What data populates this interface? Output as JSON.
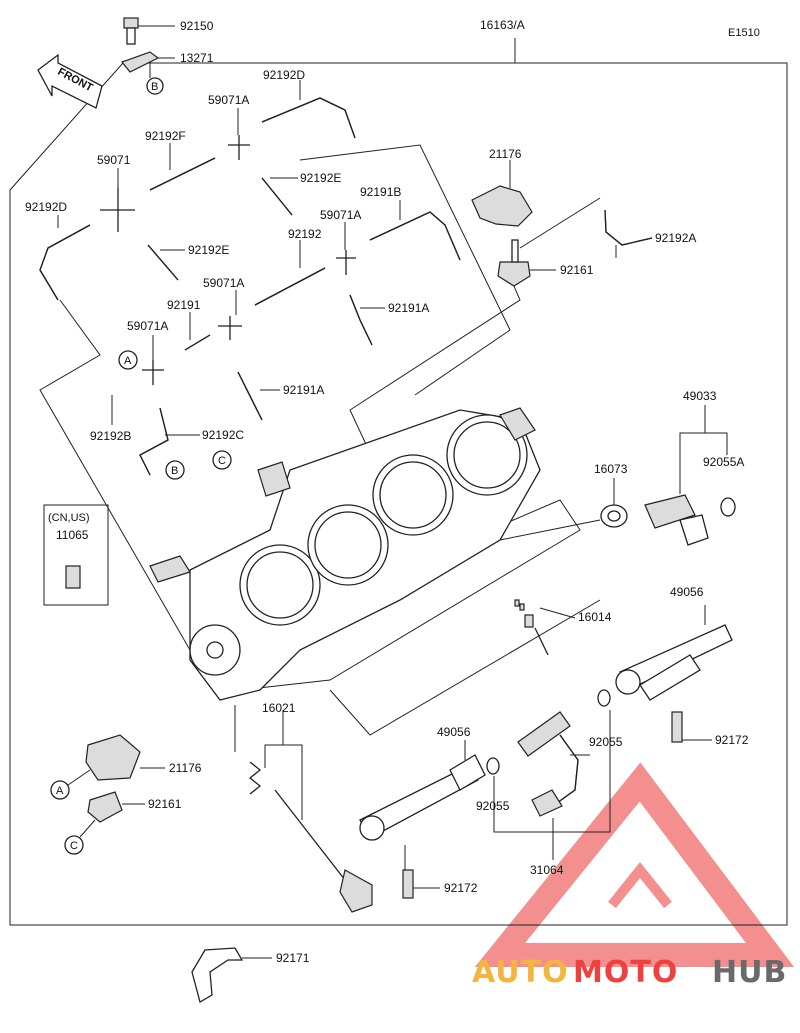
{
  "diagram_code": "E1510",
  "assembly_number": "16163/A",
  "front_label": "FRONT",
  "market_note": "(CN,US)",
  "callouts": [
    "A",
    "B",
    "C"
  ],
  "parts": {
    "p92150": "92150",
    "p13271": "13271",
    "p92192D_top": "92192D",
    "p59071A_top": "59071A",
    "p92192F": "92192F",
    "p59071": "59071",
    "p92192E_r": "92192E",
    "p92192D_left": "92192D",
    "p92192E_l": "92192E",
    "p92191B": "92191B",
    "p59071A_mid": "59071A",
    "p92192": "92192",
    "p59071A_low": "59071A",
    "p92191A_r": "92191A",
    "p92191": "92191",
    "p59071A_left": "59071A",
    "p92191A_l": "92191A",
    "p92192B": "92192B",
    "p92192C": "92192C",
    "p21176_top": "21176",
    "p92192A": "92192A",
    "p92161_top": "92161",
    "p49033": "49033",
    "p92055A": "92055A",
    "p16073": "16073",
    "p11065": "11065",
    "p16014": "16014",
    "p49056_r": "49056",
    "p92172_r": "92172",
    "p16021": "16021",
    "p49056_l": "49056",
    "p92055_r": "92055",
    "p92055_l": "92055",
    "p21176_bot": "21176",
    "p92161_bot": "92161",
    "p31064": "31064",
    "p92172_l": "92172",
    "p92171": "92171"
  },
  "watermark": {
    "part1": "AUTO",
    "part2": "MOTO",
    "part3": "HUB",
    "colors": {
      "auto": "#f2b640",
      "moto": "#ef4040",
      "hub": "#6a6a6a",
      "logo": "#f06a6a"
    }
  }
}
